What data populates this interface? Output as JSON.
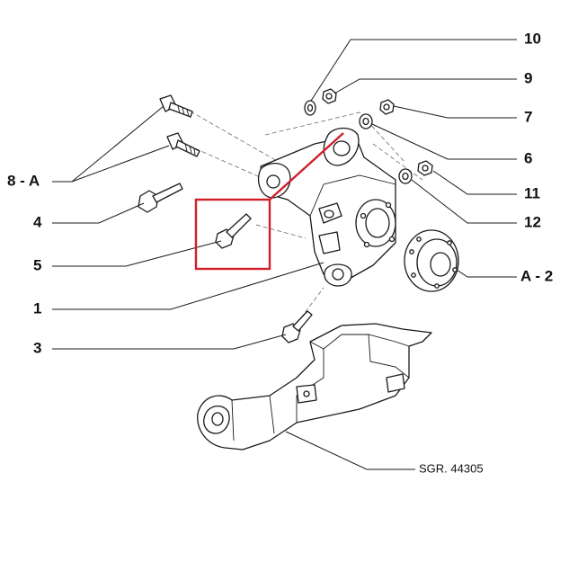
{
  "diagram": {
    "reference_code": "SGR. 44305",
    "highlight_color": "#d11f2a",
    "callouts": [
      {
        "id": "c10",
        "label": "10"
      },
      {
        "id": "c9",
        "label": "9"
      },
      {
        "id": "c7",
        "label": "7"
      },
      {
        "id": "c6",
        "label": "6"
      },
      {
        "id": "c11",
        "label": "11"
      },
      {
        "id": "c12",
        "label": "12"
      },
      {
        "id": "cA2",
        "label": "A - 2"
      },
      {
        "id": "c8A",
        "label": "8 - A"
      },
      {
        "id": "c4",
        "label": "4"
      },
      {
        "id": "c5",
        "label": "5"
      },
      {
        "id": "c1",
        "label": "1"
      },
      {
        "id": "c3",
        "label": "3"
      }
    ]
  }
}
